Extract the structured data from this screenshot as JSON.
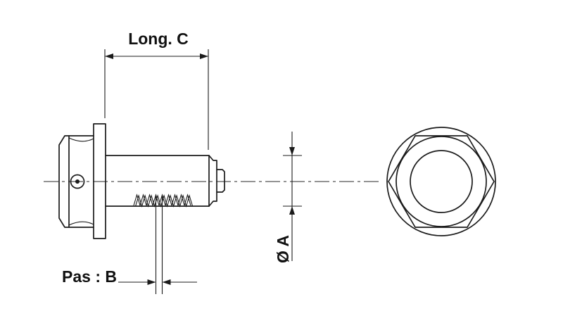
{
  "drawing": {
    "background_color": "#ffffff",
    "line_color": "#1b1b1b",
    "labels": {
      "length": "Long. C",
      "pitch": "Pas : B",
      "diameter": "Ø A"
    }
  }
}
